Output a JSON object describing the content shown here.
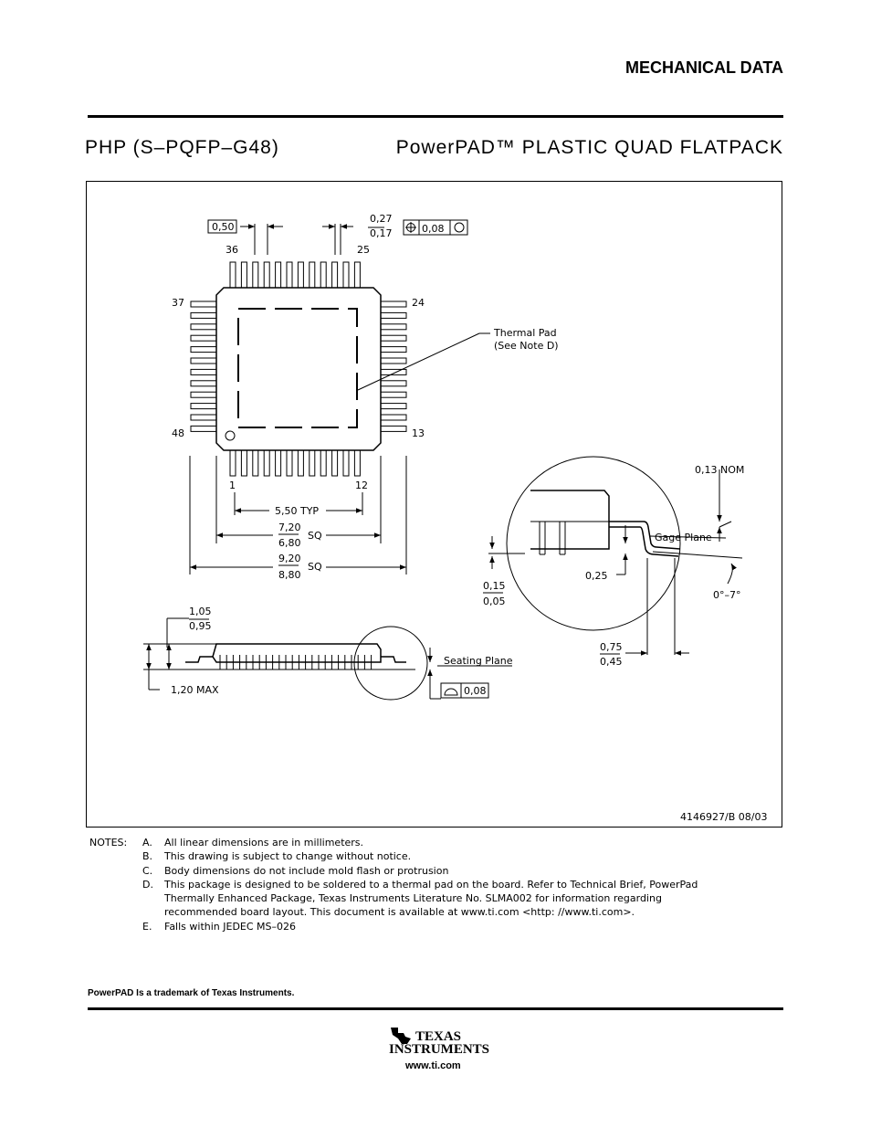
{
  "header": {
    "title": "MECHANICAL DATA"
  },
  "package": {
    "code": "PHP (S–PQFP–G48)",
    "name": "PowerPAD™  PLASTIC QUAD FLATPACK"
  },
  "drawing": {
    "pitch": "0,50",
    "lead_width_max": "0,27",
    "lead_width_min": "0,17",
    "position_tolerance": "0,08",
    "pin_36": "36",
    "pin_25": "25",
    "pin_37": "37",
    "pin_24": "24",
    "pin_48": "48",
    "pin_13": "13",
    "pin_1": "1",
    "pin_12": "12",
    "thermal_pad_label": "Thermal Pad",
    "thermal_pad_note": "(See Note D)",
    "lead_span_label": "5,50  TYP",
    "body_max": "7,20",
    "body_min": "6,80",
    "body_sq": "SQ",
    "overall_max": "9,20",
    "overall_min": "8,80",
    "overall_sq": "SQ",
    "height_max": "1,05",
    "height_min": "0,95",
    "total_height": "1,20  MAX",
    "seating_plane": "Seating Plane",
    "coplanarity": "0,08",
    "lead_thickness_nom": "0,13  NOM",
    "gage_plane": "Gage Plane",
    "gage_height": "0,25",
    "standoff_max": "0,15",
    "standoff_min": "0,05",
    "angle": "0°–7°",
    "foot_max": "0,75",
    "foot_min": "0,45",
    "drawing_number": "4146927/B  08/03"
  },
  "notes": {
    "label": "NOTES:",
    "items": [
      {
        "key": "A.",
        "text": "All linear dimensions are in millimeters."
      },
      {
        "key": "B.",
        "text": "This drawing is subject to change without notice."
      },
      {
        "key": "C.",
        "text": "Body dimensions do not include mold flash or protrusion"
      },
      {
        "key": "D.",
        "text": "This package is designed to be soldered to a thermal pad on the board.   Refer to Technical Brief, PowerPad Thermally Enhanced Package, Texas Instruments Literature No. SLMA002 for information regarding recommended board layout.   This document is available at www.ti.com <http: //www.ti.com>."
      },
      {
        "key": "E.",
        "text": "Falls within JEDEC MS–026"
      }
    ]
  },
  "footer": {
    "trademark": "PowerPAD Is a trademark of Texas Instruments.",
    "logo_line1": "TEXAS",
    "logo_line2": "INSTRUMENTS",
    "url": "www.ti.com"
  }
}
